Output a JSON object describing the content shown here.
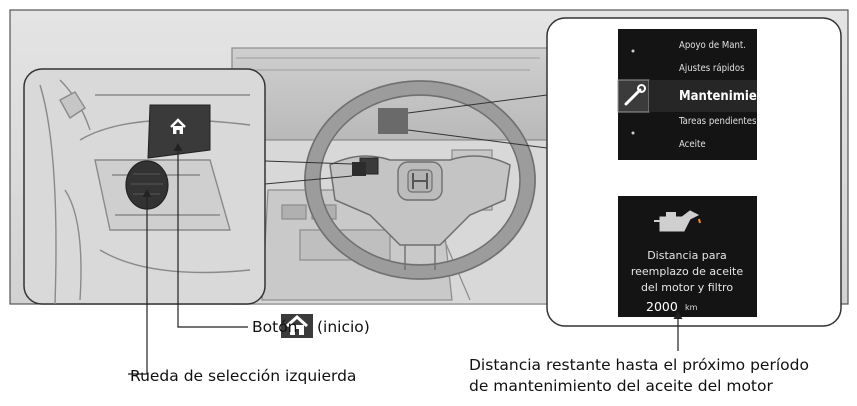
{
  "callouts": {
    "home_button_prefix": "Botón",
    "home_button_suffix": "(inicio)",
    "left_selector_wheel": "Rueda de selección izquierda",
    "oil_distance_line1": "Distancia restante hasta el próximo período",
    "oil_distance_line2": "de mantenimiento del aceite del motor"
  },
  "menu_screen": {
    "items": [
      "Apoyo de Mant.",
      "Ajustes rápidos",
      "Mantenimiento",
      "Tareas pendientes",
      "Aceite"
    ],
    "selected_index": 2,
    "selected_icon": "wrench-icon"
  },
  "oil_screen": {
    "icon": "oil-can-icon",
    "message_lines": [
      "Distancia para",
      "reemplazo de aceite",
      "del motor y filtro"
    ],
    "distance_value": "2000",
    "distance_unit": "km"
  },
  "colors": {
    "frame_border": "#555555",
    "screen_bg": "#141414",
    "home_button_bg": "#3a3a3a",
    "callout_line": "#222222"
  }
}
